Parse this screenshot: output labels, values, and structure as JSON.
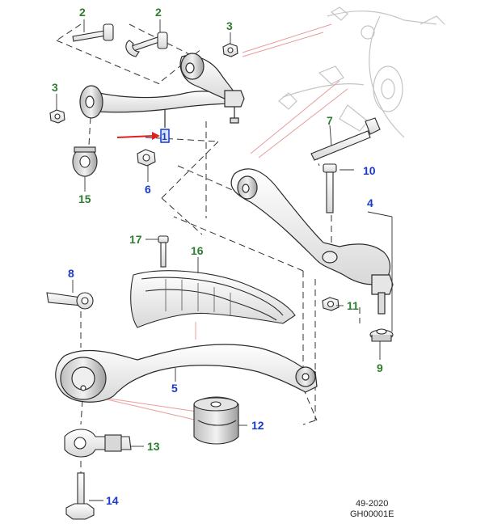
{
  "callouts": {
    "c1": "1",
    "c2a": "2",
    "c2b": "2",
    "c3a": "3",
    "c3b": "3",
    "c4": "4",
    "c5": "5",
    "c6": "6",
    "c7": "7",
    "c8": "8",
    "c9": "9",
    "c10": "10",
    "c11": "11",
    "c12": "12",
    "c13": "13",
    "c14": "14",
    "c15": "15",
    "c16": "16",
    "c17": "17"
  },
  "footer": {
    "date": "49-2020",
    "code": "GH00001E"
  },
  "colors": {
    "green_callout": "#2e7d32",
    "blue_callout": "#1a3bc9",
    "red_arrow": "#e02020",
    "line": "#2a2a2a",
    "ghost": "#c9c9c9"
  }
}
